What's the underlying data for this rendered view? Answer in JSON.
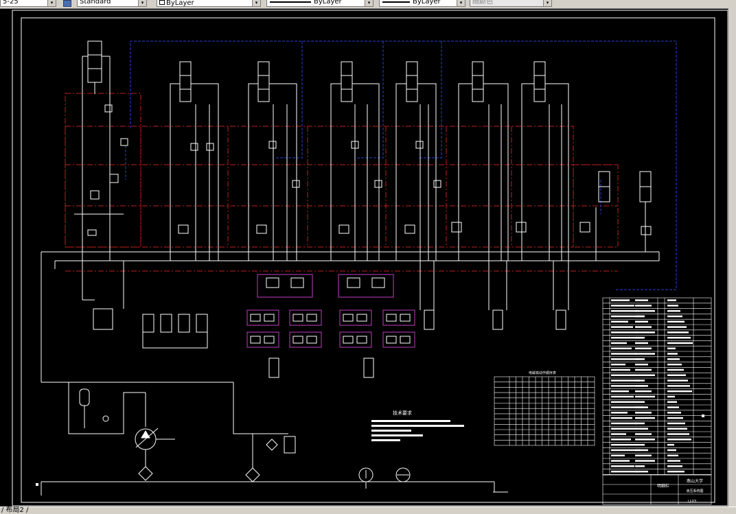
{
  "toolbar": {
    "text_style_value": "5-25",
    "dim_style_value": "Standard",
    "layer_value": "ByLayer",
    "linetype_value": "ByLayer",
    "lineweight_value": "ByLayer",
    "color_value": "随颜色"
  },
  "drawing": {
    "tech_req_title": "技术要求",
    "table_title": "电磁铁动作顺序表",
    "title_block": {
      "school": "燕山大学",
      "drawing_name": "液压系统图",
      "drawing_no": "LJ-03",
      "designer_label": "明细栏"
    }
  },
  "statusbar": {
    "layout_tab": "/ 布局2 /"
  },
  "colors": {
    "background": "#000000",
    "line": "#ffffff",
    "red_dash": "#c0201e",
    "blue_dash": "#2a3fd0",
    "magenta": "#c040c0",
    "toolbar": "#d4d0c8"
  }
}
